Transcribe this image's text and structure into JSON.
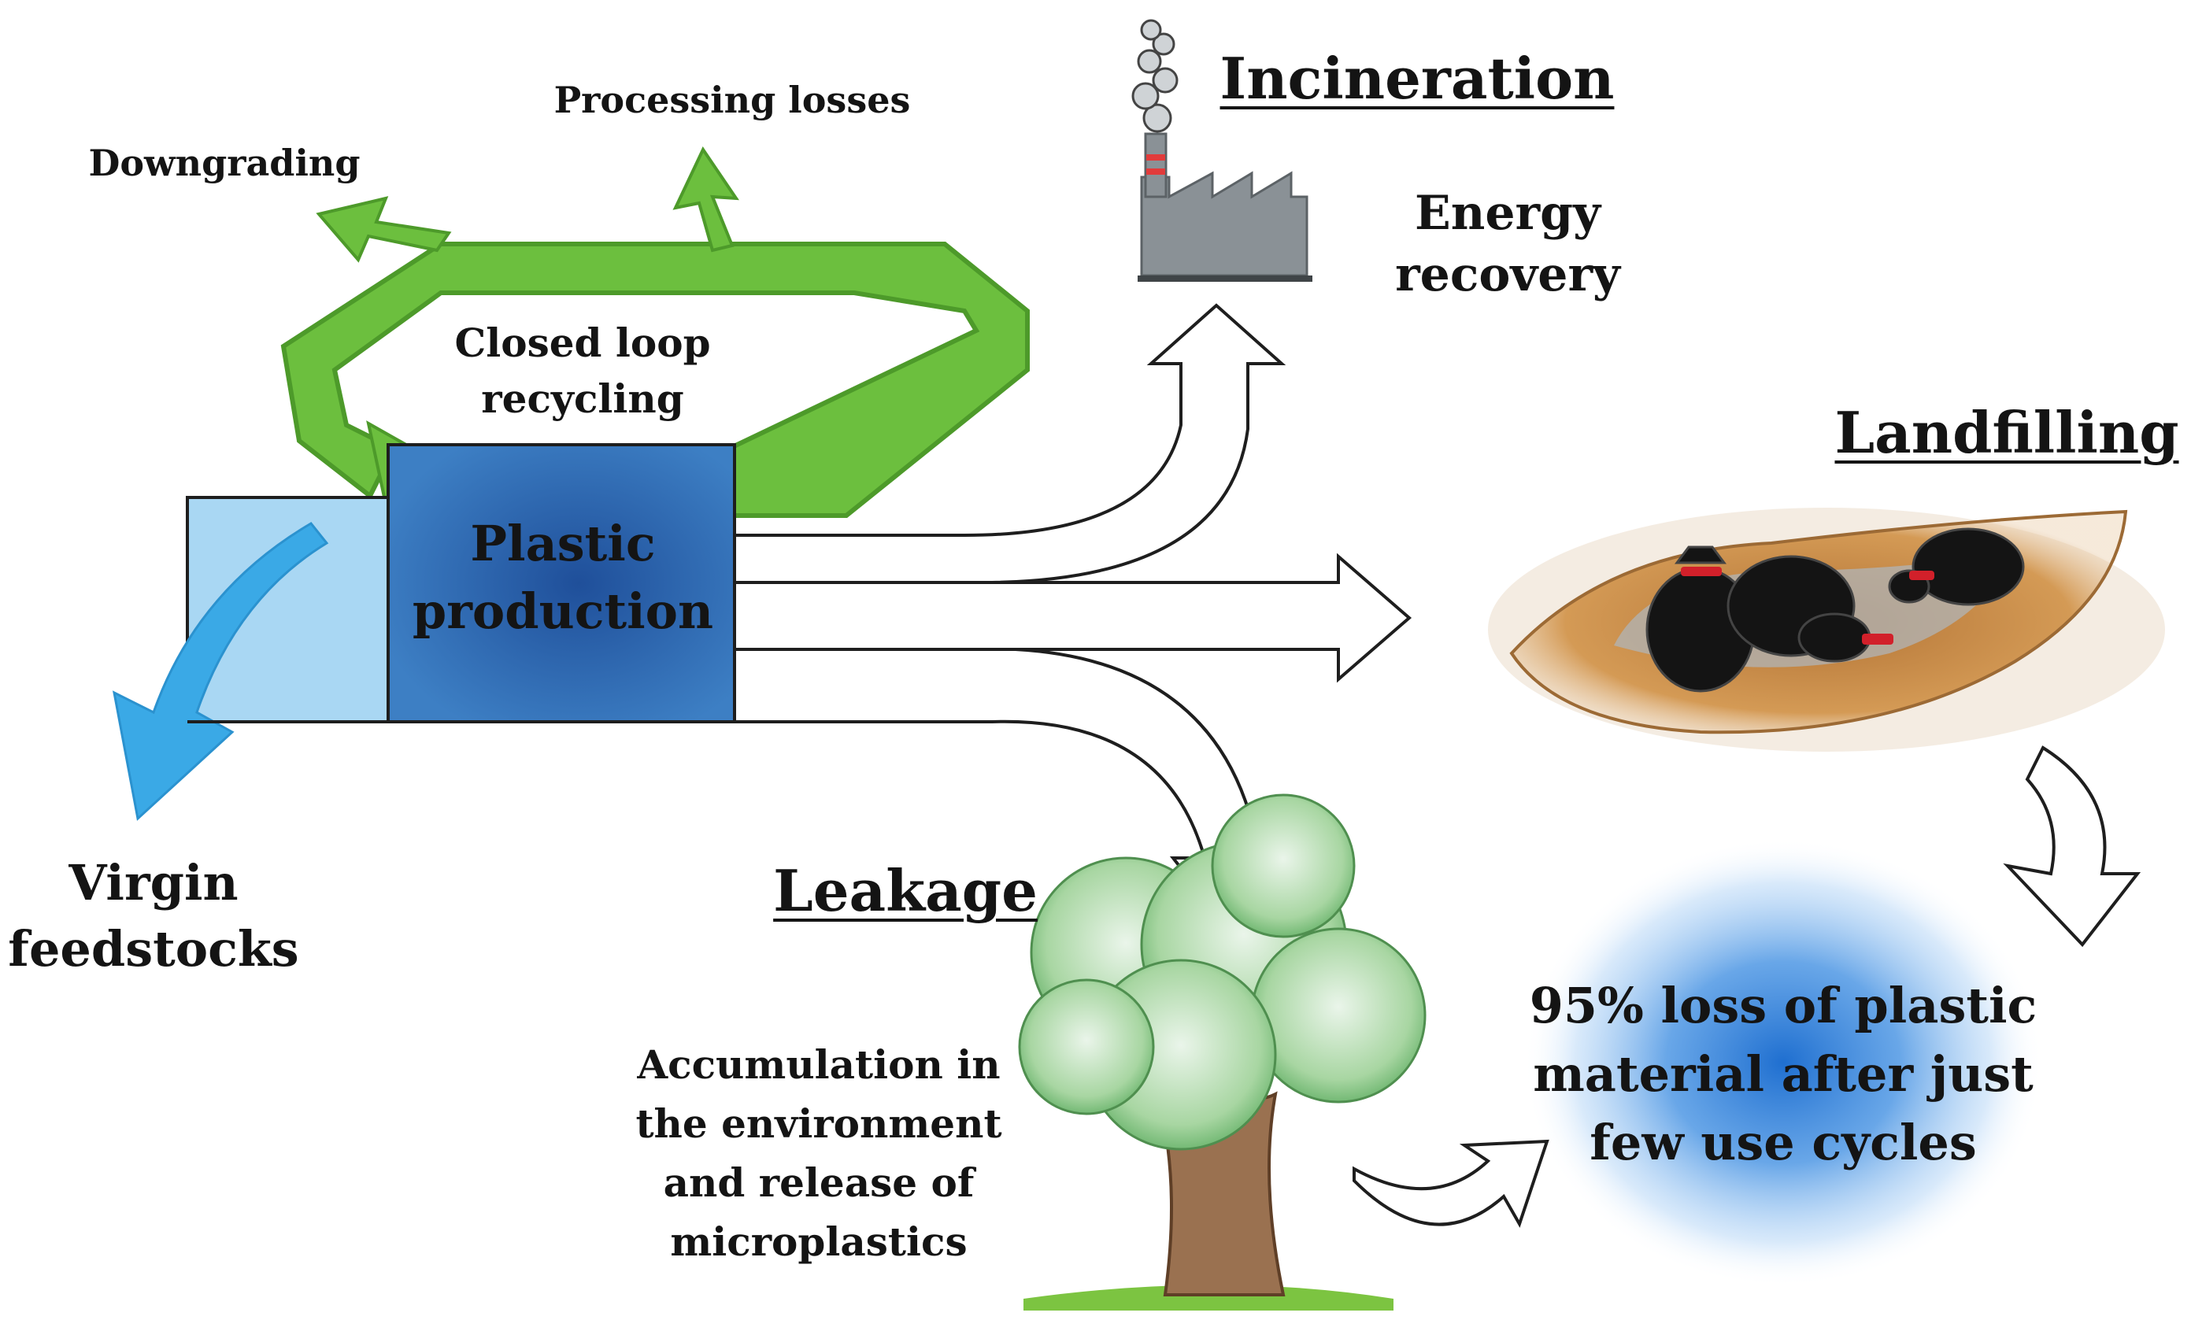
{
  "labels": {
    "processing_losses": "Processing losses",
    "downgrading": "Downgrading",
    "closed_loop": "Closed loop recycling",
    "plastic_production": "Plastic production",
    "virgin_feedstocks": "Virgin feedstocks",
    "incineration": "Incineration",
    "energy_recovery": "Energy recovery",
    "landfilling": "Landfilling",
    "leakage": "Leakage",
    "accumulation": "Accumulation in the environment and release of microplastics",
    "loss_statement": "95% loss of plastic material after just few use cycles"
  },
  "colors": {
    "recycling_green": "#6cbf3e",
    "production_blue": "#2f6fb6",
    "feedstock_light_blue": "#a9d7f3",
    "feedstock_arrow": "#3aa9e6",
    "loss_glow": "#2a78d0",
    "landfill_soil": "#c98a43",
    "factory_gray": "#8a9196"
  }
}
